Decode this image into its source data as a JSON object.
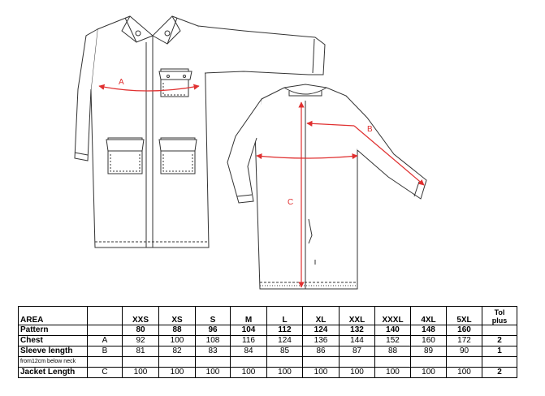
{
  "diagram": {
    "labels": {
      "a": "A",
      "b": "B",
      "c": "C"
    },
    "colors": {
      "outline": "#333333",
      "measure": "#e03030"
    },
    "icons": [
      "front-view-coat-icon",
      "back-view-coat-icon"
    ]
  },
  "table": {
    "header": {
      "area": "AREA",
      "sizes": [
        "XXS",
        "XS",
        "S",
        "M",
        "L",
        "XL",
        "XXL",
        "XXXL",
        "4XL",
        "5XL"
      ],
      "tol_top": "Tol",
      "tol_bottom": "plus"
    },
    "rows": [
      {
        "area": "Pattern",
        "code": "",
        "values": [
          "80",
          "88",
          "96",
          "104",
          "112",
          "124",
          "132",
          "140",
          "148",
          "160"
        ],
        "tol": ""
      },
      {
        "area": "Chest",
        "code": "A",
        "values": [
          "92",
          "100",
          "108",
          "116",
          "124",
          "136",
          "144",
          "152",
          "160",
          "172"
        ],
        "tol": "2"
      },
      {
        "area": "Sleeve length",
        "code": "B",
        "values": [
          "81",
          "82",
          "83",
          "84",
          "85",
          "86",
          "87",
          "88",
          "89",
          "90"
        ],
        "tol": "1"
      },
      {
        "area": "from12cm below neck",
        "code": "",
        "values": [
          "",
          "",
          "",
          "",
          "",
          "",
          "",
          "",
          "",
          ""
        ],
        "tol": ""
      },
      {
        "area": "Jacket Length",
        "code": "C",
        "values": [
          "100",
          "100",
          "100",
          "100",
          "100",
          "100",
          "100",
          "100",
          "100",
          "100"
        ],
        "tol": "2"
      }
    ]
  }
}
